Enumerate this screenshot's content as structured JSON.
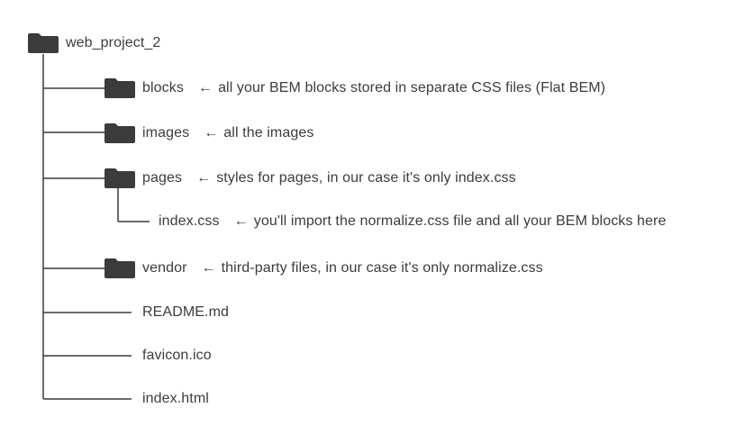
{
  "root": {
    "name": "web_project_2",
    "icon": "folder-icon"
  },
  "items": [
    {
      "kind": "folder",
      "name": "blocks",
      "icon": "folder-icon",
      "arrow": "←",
      "note": "all your BEM blocks stored in separate CSS files (Flat BEM)"
    },
    {
      "kind": "folder",
      "name": "images",
      "icon": "folder-icon",
      "arrow": "←",
      "note": "all the images"
    },
    {
      "kind": "folder",
      "name": "pages",
      "icon": "folder-icon",
      "arrow": "←",
      "note": "styles for pages, in our case it's only index.css"
    },
    {
      "kind": "file",
      "name": "index.css",
      "arrow": "←",
      "note": "you'll import the normalize.css file and all your BEM blocks here"
    },
    {
      "kind": "folder",
      "name": "vendor",
      "icon": "folder-icon",
      "arrow": "←",
      "note": "third-party files, in our case it's only normalize.css"
    },
    {
      "kind": "file",
      "name": "README.md"
    },
    {
      "kind": "file",
      "name": "favicon.ico"
    },
    {
      "kind": "file",
      "name": "index.html"
    }
  ],
  "colors": {
    "folder": "#3b3b3b",
    "line": "#3b3b3b",
    "text": "#3c3c3c"
  }
}
